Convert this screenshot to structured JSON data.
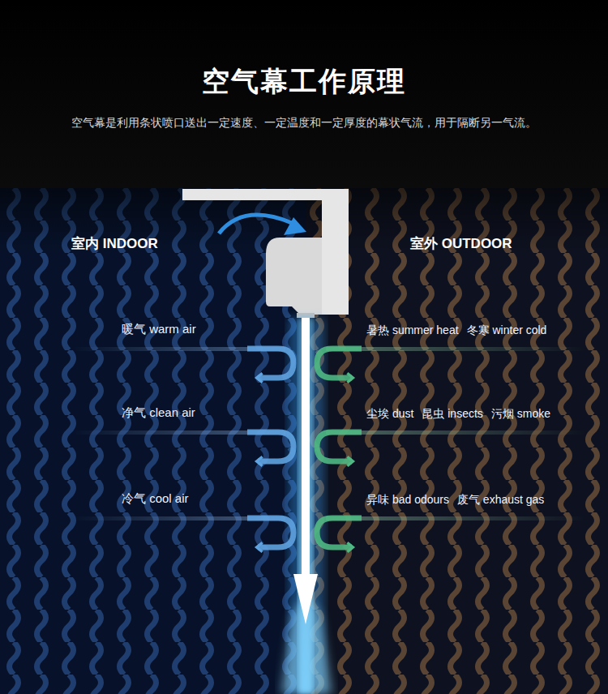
{
  "diagram": {
    "title": "空气幕工作原理",
    "caption": "空气幕是利用条状喷口送出一定速度、一定温度和一定厚度的幕状气流，用于隔断另一气流。",
    "labels": [
      "室内 INDOOR",
      "室外 OUTDOOR",
      "暖气 warm air",
      "暑热 summer heat",
      "冬寒 winter cold",
      "净气 clean air",
      "尘埃 dust",
      "昆虫 insects",
      "污烟 smoke",
      "冷气 cool air",
      "异味 bad odours",
      "废气 exhaust gas"
    ]
  }
}
